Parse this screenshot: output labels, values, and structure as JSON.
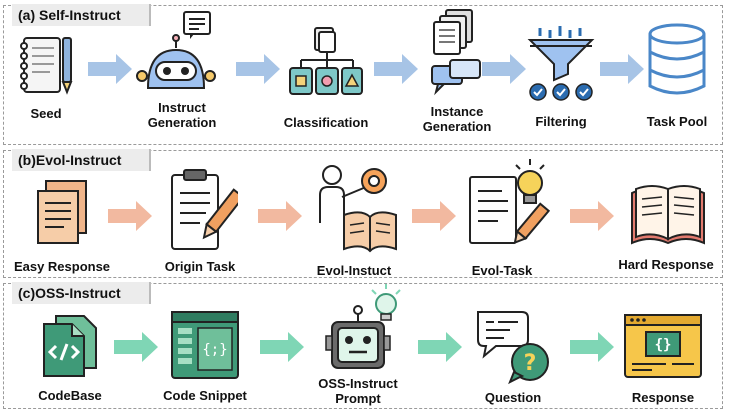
{
  "panels": [
    {
      "title": "(a) Self-Instruct",
      "arrow_color": "#a7c4e6",
      "steps": [
        "Seed",
        "Instruct\nGeneration",
        "Classification",
        "Instance\nGeneration",
        "Filtering",
        "Task Pool"
      ]
    },
    {
      "title": "(b)Evol-Instruct",
      "arrow_color": "#f2b9a0",
      "steps": [
        "Easy Response",
        "Origin Task",
        "Evol-Instuct",
        "Evol-Task",
        "Hard Response"
      ]
    },
    {
      "title": "(c)OSS-Instruct",
      "arrow_color": "#7fd6b5",
      "steps": [
        "CodeBase",
        "Code Snippet",
        "OSS-Instruct\nPrompt",
        "Question",
        "Response"
      ]
    }
  ],
  "icons": {
    "a": [
      "notebook-pen-icon",
      "robot-chat-icon",
      "hierarchy-icon",
      "documents-chat-icon",
      "funnel-filter-icon",
      "database-icon"
    ],
    "b": [
      "stacked-papers-icon",
      "clipboard-pen-icon",
      "teacher-book-icon",
      "document-idea-icon",
      "open-book-icon"
    ],
    "c": [
      "code-files-icon",
      "code-window-icon",
      "robot-idea-icon",
      "question-chat-icon",
      "code-browser-icon"
    ]
  }
}
